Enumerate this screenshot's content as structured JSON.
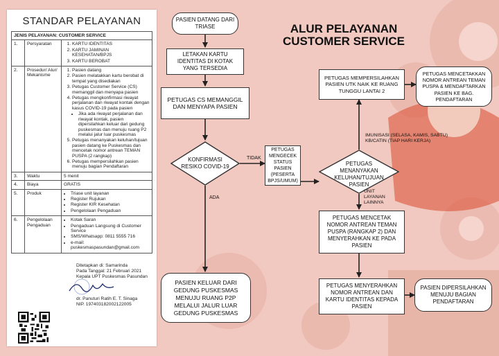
{
  "left_panel": {
    "title": "STANDAR PELAYANAN",
    "header": "JENIS PELAYANAN: CUSTOMER SERVICE",
    "rows": [
      {
        "no": "1.",
        "label": "Persyaratan",
        "items": [
          "KARTU IDENTITAS",
          "KARTU JAMINAN KESEHATAN/BPJS",
          "KARTU BEROBAT"
        ]
      },
      {
        "no": "2.",
        "label": "Prosedur/ Alur/ Mekanisme",
        "items": [
          "Pasien datang",
          "Pasien melatakkan kartu berobat di tempat yang disediakan",
          "Petugas Customer Service (CS) memanggil dan menyapa pasien",
          "Petugas mengkonfirmasi riwayat perjalanan dan riwayat kontak dengan kasus COVID-19 pada pasien",
          "Petugas menanyakan keluhan/tujuan pasien datang ke Puskesmas dan mencetak nomor antrean TEMAN PUSPA (2 rangkap)",
          "Petugas mempersilahkan pasien menuju bagian Pendaftaran"
        ],
        "sub": "Jika ada riwayat perjalanan dan riwayat kontak, pasien dipersilahkan keluar dari gedung puskesmas dan menuju ruang P2 melalui jalur luar puskesmas"
      },
      {
        "no": "3.",
        "label": "Waktu",
        "value": "5 menit"
      },
      {
        "no": "4.",
        "label": "Biaya",
        "value": "GRATIS"
      },
      {
        "no": "5.",
        "label": "Produk",
        "items": [
          "Triase unit layanan",
          "Register Rujukan",
          "Register KIR Kesehatan",
          "Pengelolaan Pengaduan"
        ]
      },
      {
        "no": "6.",
        "label": "Pengelolaan Pengaduan",
        "items": [
          "Kotak Saran",
          "Pengaduan Langsung di Customer Service",
          "SMS/Whatsapp: 0811 5555 716",
          "e-mail: puskesmaspasundan@gmail.com"
        ]
      }
    ],
    "sign": {
      "place": "Ditetapkan di: Samarinda",
      "date": "Pada Tanggal: 21 Februari 2021",
      "role": "Kepala UPT Puskesmas Pasundan",
      "name": "dr. Panuturi Ratih E. T. Sinaga",
      "nip": "NIP. 197403182002122005"
    }
  },
  "flow": {
    "title_line1": "ALUR PELAYANAN",
    "title_line2": "CUSTOMER SERVICE",
    "n1": "PASIEN DATANG DARI TRIASE",
    "n2": "LETAKAN KARTU IDENTITAS DI KOTAK YANG TERSEDIA",
    "n3": "PETUGAS CS MEMANGGIL DAN MENYAPA PASIEN",
    "n4": "KONFIRMASI RESIKO COVID-19",
    "n5": "PETUGAS MENGECEK STATUS PASIEN (PESERTA BPJS/UMUM)",
    "n6": "PETUGAS MENANYAKAN KELUHAN/TUJUAN PASIEN",
    "n7": "PETUGAS MEMPERSILAHKAN PASIEN UTK NAIK KE RUANG TUNGGU LANTAI 2",
    "n8": "PETUGAS MENCETAKKAN NOMOR ANTREAN TEMAN PUSPA & MENDAFTARKAN PASIEN KE BAG. PENDAFTARAN",
    "n9": "PETUGAS MENCETAK NOMOR ANTREAN TEMAN PUSPA (RANGKAP 2) DAN MENYERAHKAN KE PADA PASIEN",
    "n10": "PETUGAS MENYERAHKAN NOMOR ANTREAN DAN KARTU IDENTITAS KEPADA PASIEN",
    "n11": "PASIEN DIPERSILAHKAN MENUJU BAGIAN PENDAFTARAN",
    "n12": "PASIEN KELUAR DARI GEDUNG PUSKESMAS MENUJU RUANG P2P MELALUI JALUR LUAR GEDUNG PUSKESMAS",
    "label_tidak": "TIDAK",
    "label_ada": "ADA",
    "label_imun1": "IMUNISASI (SELASA, KAMIS, SABTU)",
    "label_imun2": "KB/CATIN (TIAP HARI KERJA)",
    "label_unit": "UNIT LAYANAN LAINNYA"
  },
  "colors": {
    "background": "#f1c9c0",
    "paper": "#ffffff",
    "line": "#222222"
  }
}
